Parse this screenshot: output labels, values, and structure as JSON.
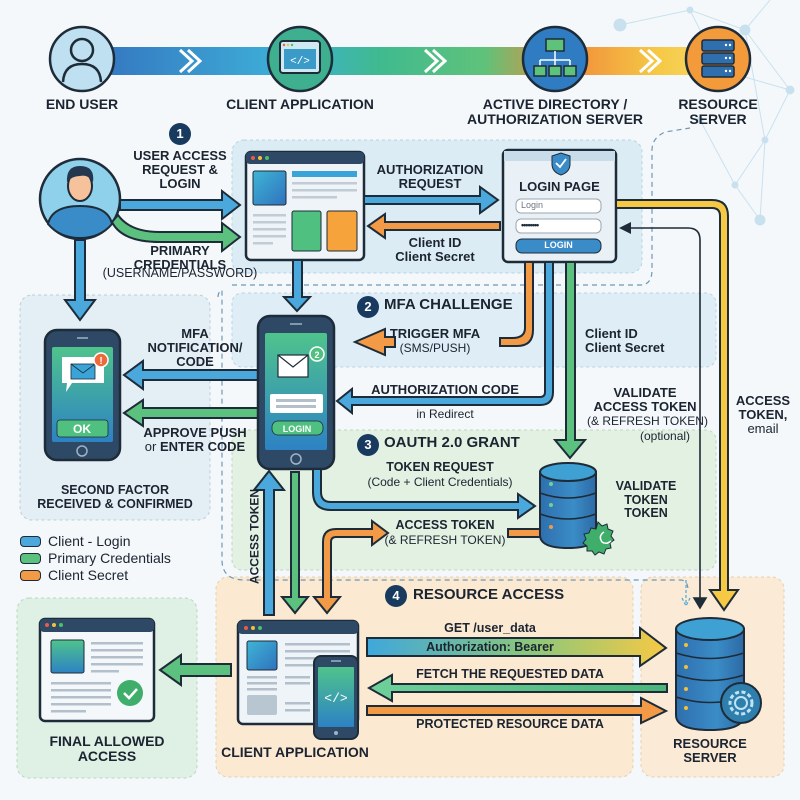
{
  "header": {
    "actors": [
      {
        "label": "END USER",
        "icon": "user-icon"
      },
      {
        "label": "CLIENT APPLICATION",
        "icon": "code-window-icon"
      },
      {
        "label_line1": "ACTIVE DIRECTORY /",
        "label_line2": "AUTHORIZATION SERVER",
        "icon": "hierarchy-icon"
      },
      {
        "label_line1": "RESOURCE",
        "label_line2": "SERVER",
        "icon": "server-icon"
      }
    ]
  },
  "steps": [
    {
      "number": "1",
      "title": ""
    },
    {
      "number": "2",
      "title": "MFA CHALLENGE"
    },
    {
      "number": "3",
      "title": "OAUTH 2.0 GRANT"
    },
    {
      "number": "4",
      "title": "RESOURCE ACCESS"
    }
  ],
  "step1": {
    "user_access": [
      "USER ACCESS",
      "REQUEST &",
      "LOGIN"
    ],
    "primary_credentials": [
      "PRIMARY",
      "CREDENTIALS"
    ],
    "primary_credentials_sub": "(USERNAME/PASSWORD)",
    "authorization_request": [
      "AUTHORIZATION",
      "REQUEST"
    ],
    "client_id": "Client ID",
    "client_secret": "Client Secret",
    "login_page": {
      "title": "LOGIN PAGE",
      "login_placeholder": "Login",
      "password_value": "••••••••",
      "button": "LOGIN"
    }
  },
  "step2": {
    "mfa_notification": [
      "MFA",
      "NOTIFICATION/",
      "CODE"
    ],
    "approve_push": "APPROVE PUSH",
    "or_enter_code_or": "or",
    "or_enter_code": "ENTER CODE",
    "trigger_mfa": "TRIGGER MFA",
    "trigger_mfa_sub": "(SMS/PUSH)",
    "authorization_code": "AUTHORIZATION CODE",
    "in_redirect": "in Redirect",
    "client_id": "Client ID",
    "client_secret": "Client Secret",
    "second_factor": [
      "SECOND FACTOR",
      "RECEIVED & CONFIRMED"
    ],
    "phone_ok": "OK",
    "phone_login": "LOGIN",
    "mail_badge": "2",
    "alert_badge": "!"
  },
  "step3": {
    "validate_access": [
      "VALIDATE",
      "ACCESS TOKEN"
    ],
    "validate_access_sub": "(& REFRESH TOKEN)",
    "validate_access_opt": "(optional)",
    "access_token_email": [
      "ACCESS",
      "TOKEN,"
    ],
    "access_token_email_sub": "email",
    "token_request": "TOKEN REQUEST",
    "token_request_sub": "(Code + Client Credentials)",
    "access_token": "ACCESS TOKEN",
    "access_token_sub": "(& REFRESH TOKEN)",
    "validate_token": [
      "VALIDATE",
      "TOKEN",
      "TOKEN"
    ],
    "vertical_access_token": "ACCESS TOKEN"
  },
  "legend": [
    {
      "label": "Client - Login",
      "color": "#4aa8dc"
    },
    {
      "label": "Primary Credentials",
      "color": "#5cc07f"
    },
    {
      "label": "Client Secret",
      "color": "#f39a47"
    }
  ],
  "step4": {
    "get_user_data": "GET /user_data",
    "authorization_bearer": "Authorization: Bearer",
    "fetch_data": "FETCH THE REQUESTED DATA",
    "protected_data": "PROTECTED RESOURCE DATA",
    "client_application": "CLIENT APPLICATION",
    "final_access": [
      "FINAL ALLOWED",
      "ACCESS"
    ],
    "resource_server": [
      "RESOURCE",
      "SERVER"
    ]
  },
  "colors": {
    "blue": "#4aa8dc",
    "green": "#5cc07f",
    "orange": "#f39a47",
    "yellow": "#f6c945",
    "navy": "#173a5e",
    "outline": "#1e2b38"
  }
}
